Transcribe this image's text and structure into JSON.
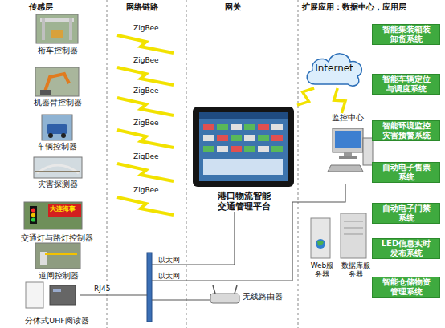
{
  "diagram": {
    "nodes": [
      {
        "text": [
          "桁车控制器"
        ]
      },
      {
        "text": [
          "机器臂控制器"
        ]
      },
      {
        "text": [
          "车辆控制器"
        ]
      },
      {
        "text": [
          "灾害探测器"
        ]
      },
      {
        "text": [
          "交通灯与路灯控制器"
        ]
      },
      {
        "text": [
          "道闸控制器"
        ]
      },
      {
        "text": [
          "分体式UHF阅读器"
        ]
      },
      {
        "text": [
          "港口物流智能 交通管理平台"
        ]
      },
      {
        "text": [
          "Internet"
        ]
      },
      {
        "text": [
          "监控中心"
        ]
      },
      {
        "text": [
          "Web服 务器"
        ]
      },
      {
        "text": [
          "数据库服 务器"
        ]
      },
      {
        "text": [
          "无线路由器"
        ]
      },
      {
        "text": [
          "智能集装箱装 卸货系统"
        ]
      },
      {
        "text": [
          "智能车辆定位 与调度系统"
        ]
      },
      {
        "text": [
          "智能环境监控 灾害预警系统"
        ]
      },
      {
        "text": [
          "自动电子售票 系统"
        ]
      },
      {
        "text": [
          "自动电子门禁 系统"
        ]
      },
      {
        "text": [
          "LED信息实时 发布系统"
        ]
      },
      {
        "text": [
          "智能仓储物资 管理系统"
        ]
      }
    ],
    "edges": [
      {
        "from": 7,
        "to": 8,
        "arrow": "none"
      },
      {
        "from": 8,
        "to": 9,
        "arrow": "none"
      }
    ],
    "labels": [
      "传感层",
      "网络链路",
      "网关",
      "扩展应用：数据中心，应用层",
      "ZigBee",
      "ZigBee",
      "ZigBee",
      "ZigBee",
      "ZigBee",
      "ZigBee",
      "大连海事",
      "以太网",
      "以太网",
      "RJ45"
    ]
  }
}
